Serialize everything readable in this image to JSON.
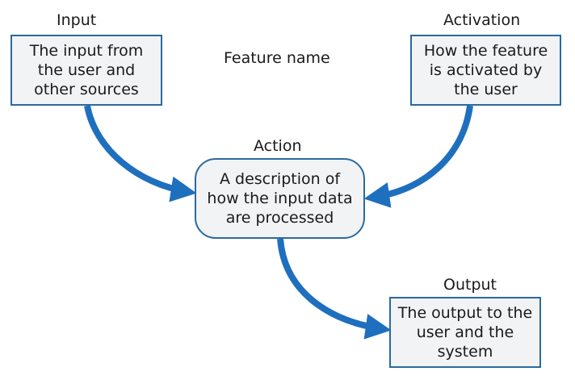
{
  "labels": {
    "input": "Input",
    "activation": "Activation",
    "feature_name": "Feature name",
    "action": "Action",
    "output": "Output"
  },
  "boxes": {
    "input": "The input from\nthe user and\nother sources",
    "activation": "How the feature\nis activated by\nthe user",
    "action": "A description of\nhow the input data\nare processed",
    "output": "The output to the\nuser and the\nsystem"
  },
  "colors": {
    "arrow": "#1f6fbf",
    "box_border": "#2a6a9e",
    "box_fill": "#f1f3f5"
  }
}
